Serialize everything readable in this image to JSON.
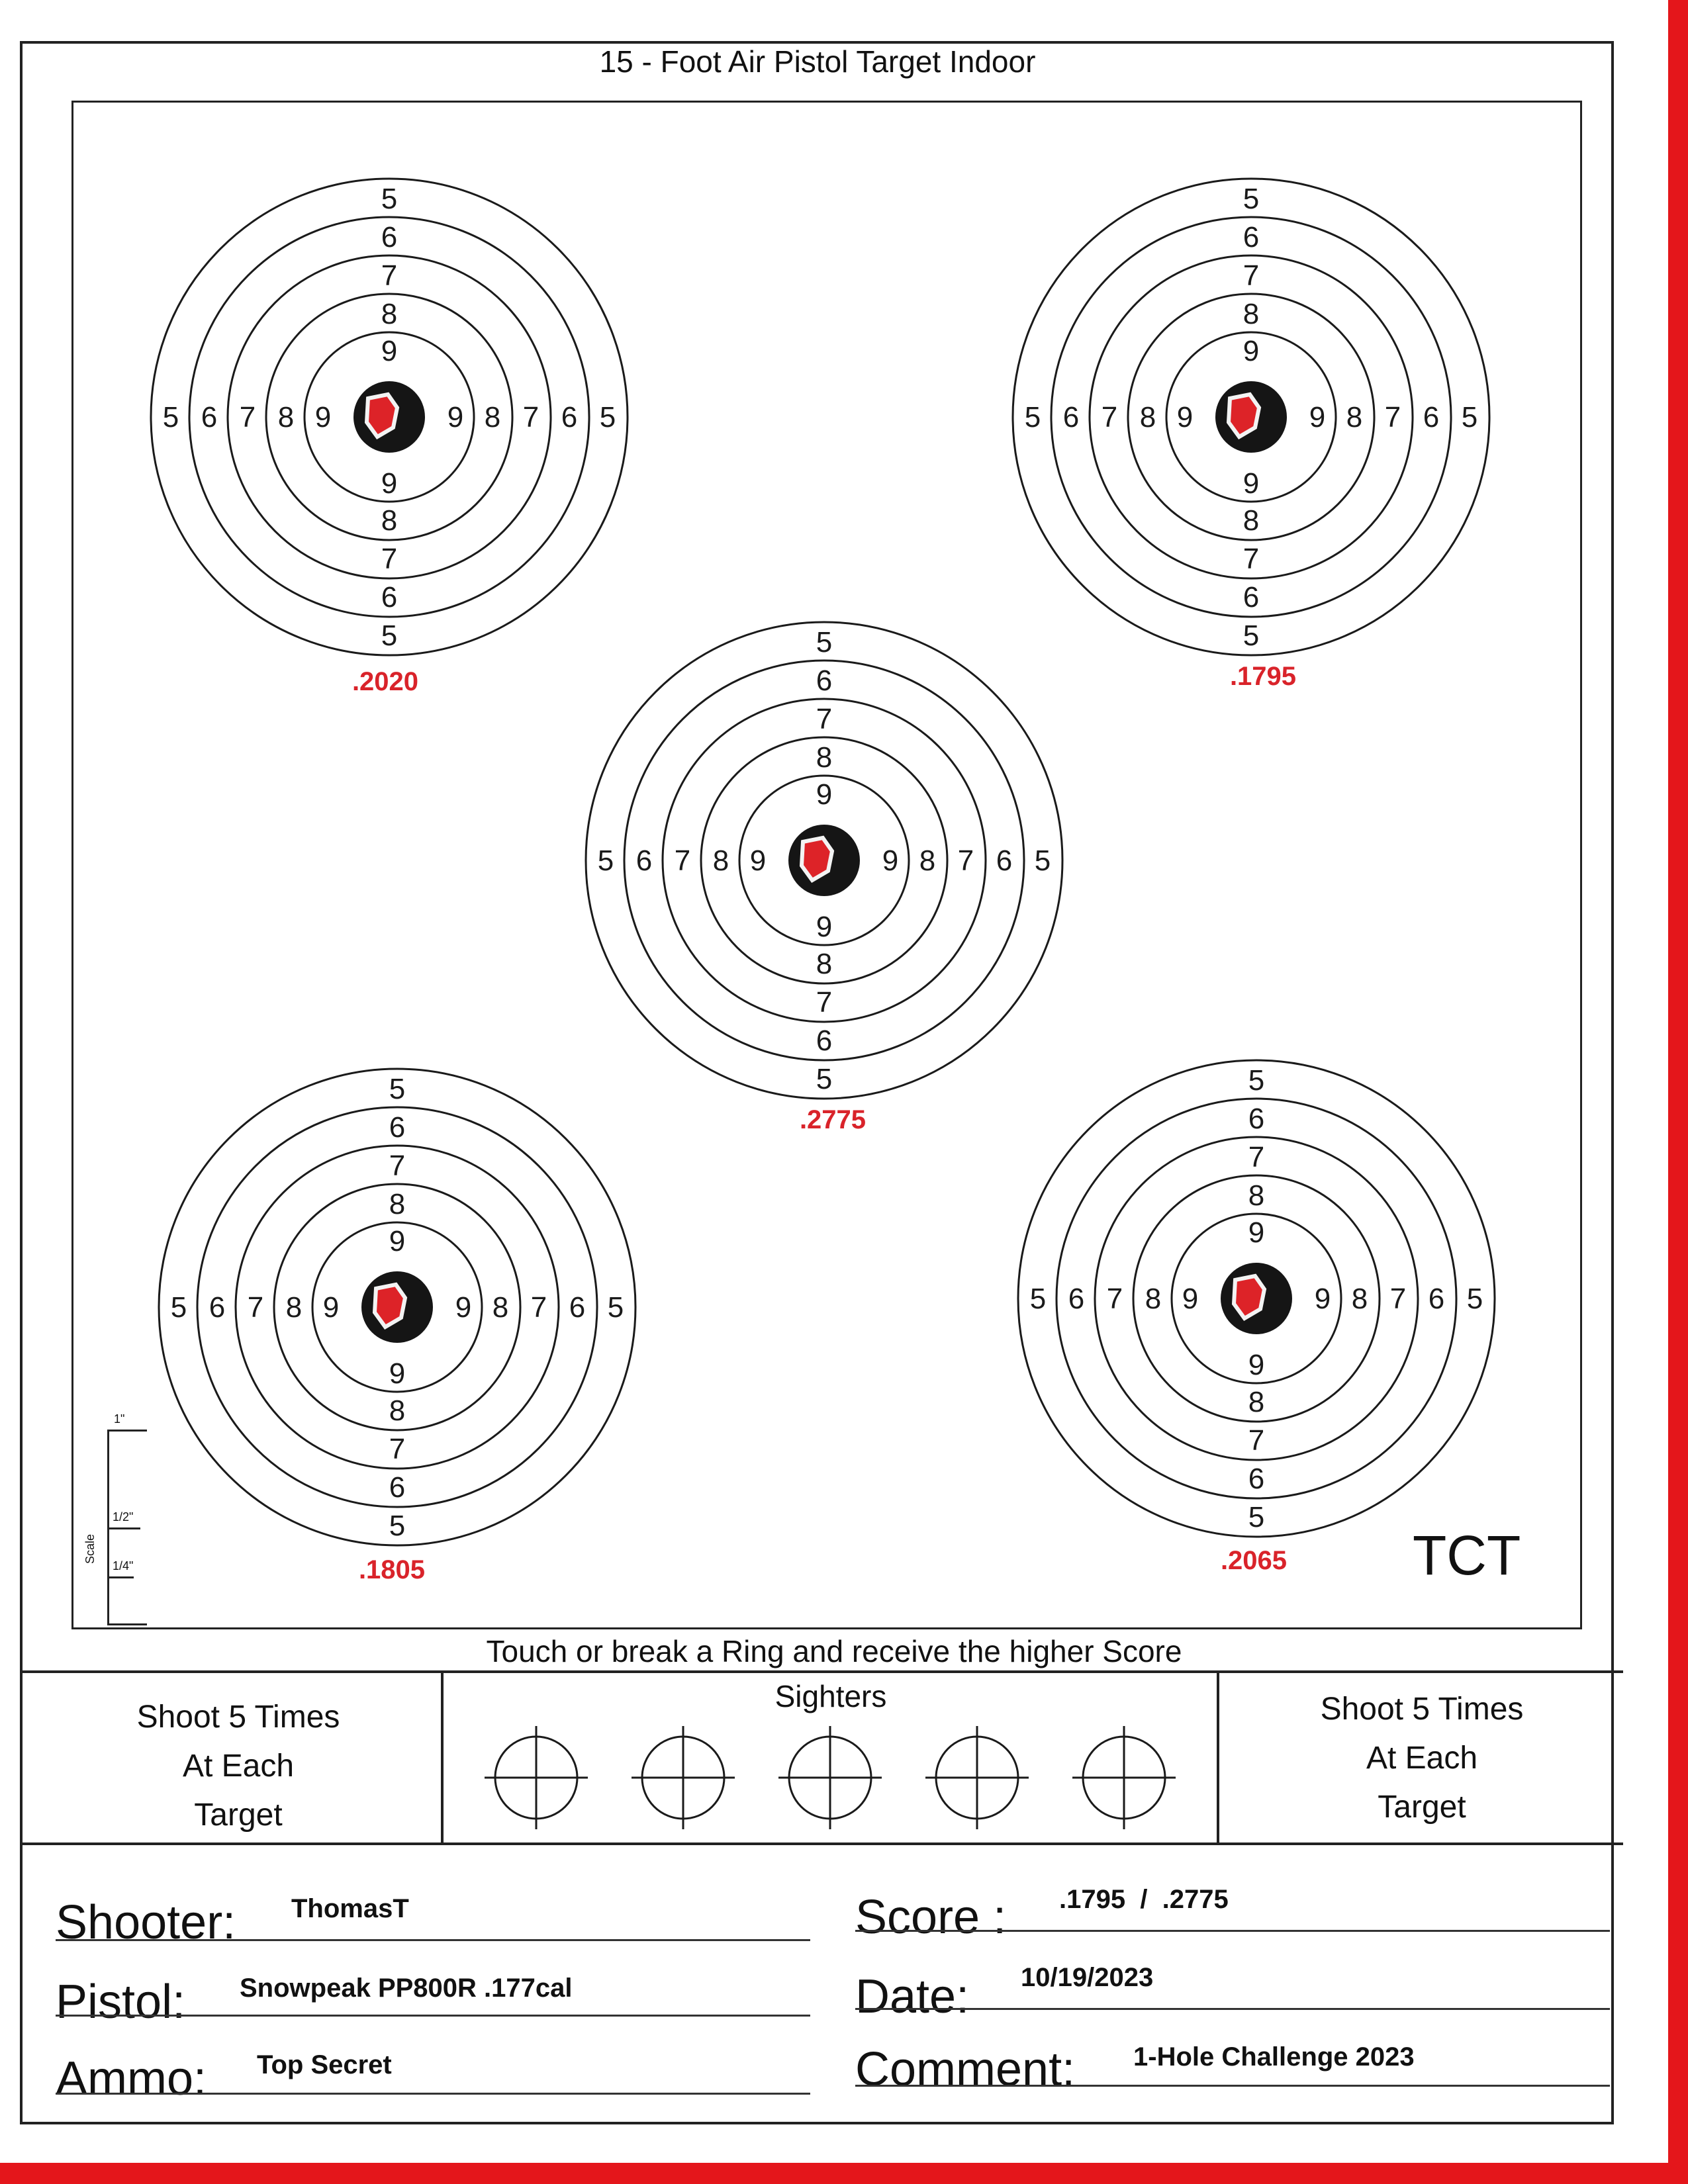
{
  "title": "15 - Foot Air Pistol Target Indoor",
  "ring_scores": [
    "5",
    "6",
    "7",
    "8",
    "9"
  ],
  "targets": [
    {
      "id": "top-left",
      "measurement": ".2020"
    },
    {
      "id": "top-right",
      "measurement": ".1795"
    },
    {
      "id": "center",
      "measurement": ".2775"
    },
    {
      "id": "bottom-left",
      "measurement": ".1805"
    },
    {
      "id": "bottom-right",
      "measurement": ".2065"
    }
  ],
  "scale": {
    "label": "Scale",
    "one_inch": "1\"",
    "half_inch": "1/2\"",
    "quarter_inch": "1/4\""
  },
  "brand": "TCT",
  "rule_note": "Touch or break a Ring and receive the higher Score",
  "left_instruction": [
    "Shoot 5 Times",
    "At Each",
    "Target"
  ],
  "right_instruction": [
    "Shoot 5 Times",
    "At Each",
    "Target"
  ],
  "sighters_label": "Sighters",
  "sighter_count": 5,
  "form": {
    "shooter_label": "Shooter:",
    "shooter_value": "ThomasT",
    "pistol_label": "Pistol:",
    "pistol_value": "Snowpeak PP800R .177cal",
    "ammo_label": "Ammo:",
    "ammo_value": "Top Secret",
    "score_label": "Score :",
    "score_value": ".1795  /  .2775",
    "date_label": "Date:",
    "date_value": "10/19/2023",
    "comment_label": "Comment:",
    "comment_value": "1-Hole Challenge 2023"
  },
  "colors": {
    "ink": "#1a1a1a",
    "measure_red": "#d9232a",
    "border_red": "#e4161b",
    "bull": "#151515",
    "hole_red": "#e8242a"
  }
}
